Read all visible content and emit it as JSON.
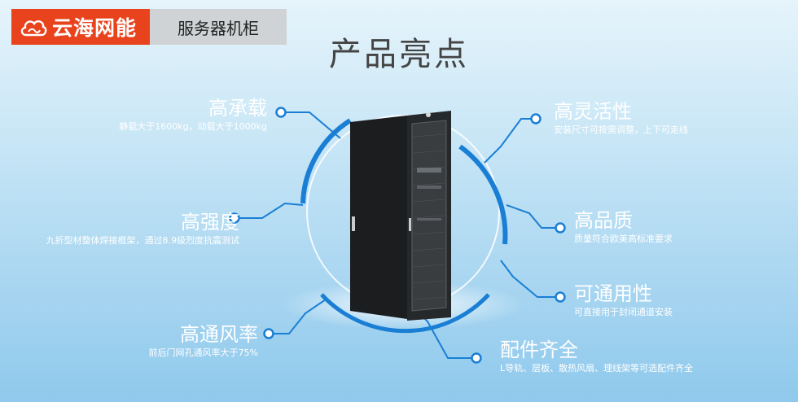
{
  "header": {
    "brand_name": "云海网能",
    "category": "服务器机柜"
  },
  "page_title": "产品亮点",
  "features": [
    {
      "id": "load",
      "title": "高承载",
      "desc": "静载大于1600kg，动载大于1000kg"
    },
    {
      "id": "strength",
      "title": "高强度",
      "desc": "九折型材整体焊接框架，通过8.9级烈度抗震测试"
    },
    {
      "id": "ventilation",
      "title": "高通风率",
      "desc": "前后门网孔通风率大于75%"
    },
    {
      "id": "flexibility",
      "title": "高灵活性",
      "desc": "安装尺寸可按需调整，上下可走线"
    },
    {
      "id": "quality",
      "title": "高品质",
      "desc": "质量符合欧美高标准要求"
    },
    {
      "id": "usability",
      "title": "可通用性",
      "desc": "可直接用于封闭通道安装"
    },
    {
      "id": "accessories",
      "title": "配件齐全",
      "desc": "L导轨、层板、散热风扇、理线架等可选配件齐全"
    }
  ],
  "colors": {
    "brand": "#e8431d",
    "category_bg": "#cfd3d5",
    "accent_line": "#1a7fd4",
    "rack": "#1e2022"
  },
  "icons": {
    "brand": "cloud-logo-icon",
    "hero": "server-cabinet-image"
  }
}
